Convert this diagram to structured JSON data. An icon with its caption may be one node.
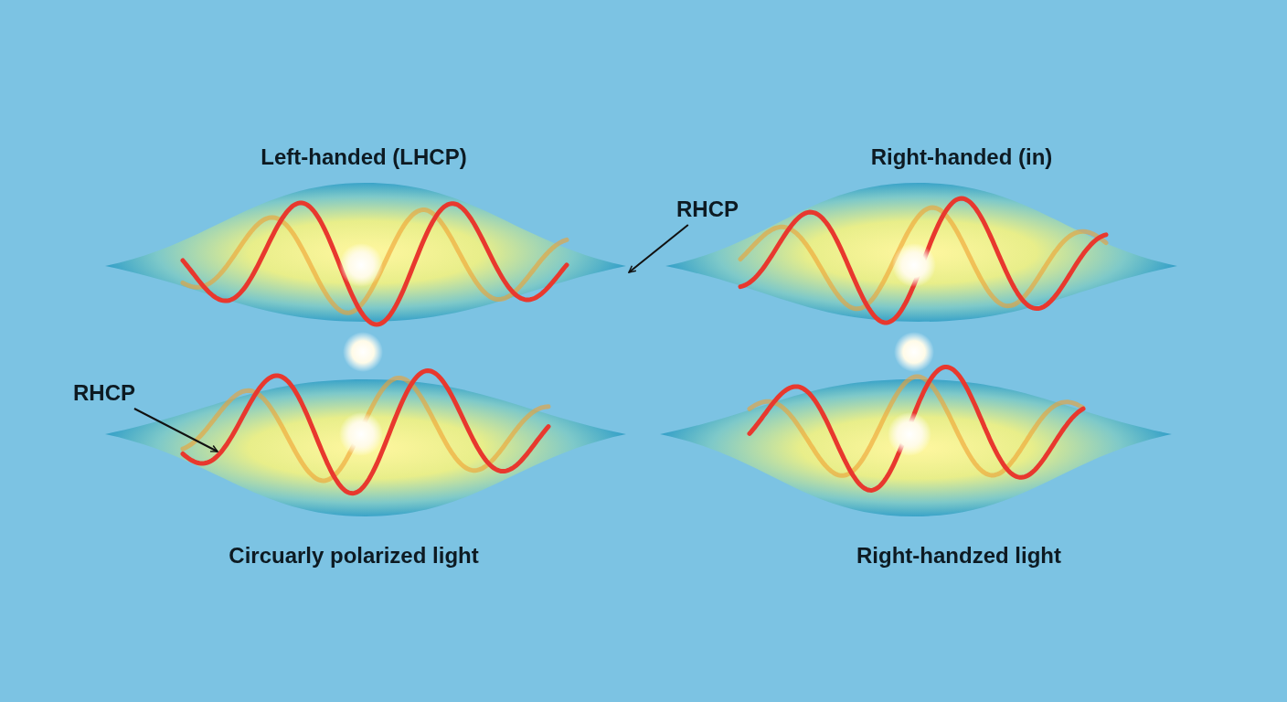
{
  "diagram": {
    "nodes": [
      {
        "text": [
          "RHCP"
        ]
      },
      {
        "text": [
          "RHCP"
        ]
      },
      {
        "text": [],
        "shape": "picture"
      },
      {
        "text": [],
        "shape": "picture"
      },
      {
        "text": [],
        "shape": "picture"
      },
      {
        "text": [],
        "shape": "picture"
      }
    ],
    "edges": [
      {
        "from": 0,
        "to": 2,
        "arrow": "to"
      },
      {
        "from": 1,
        "to": 4,
        "arrow": "to"
      }
    ],
    "labels": [
      "Left-handed (LHCP)",
      "Right-handed (in)",
      "Circuarly polarized light",
      "Right-handzed light"
    ]
  }
}
